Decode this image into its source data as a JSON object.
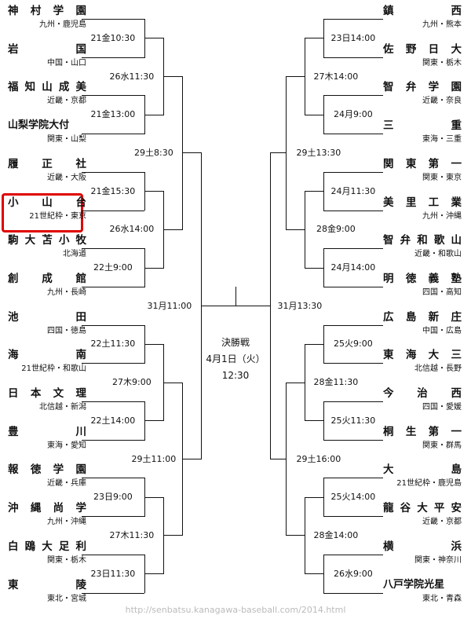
{
  "left_teams": [
    {
      "name": "神村学園",
      "region": "九州・鹿児島"
    },
    {
      "name": "岩国",
      "region": "中国・山口"
    },
    {
      "name": "福知山成美",
      "region": "近畿・京都"
    },
    {
      "name": "山梨学院大付",
      "region": "関東・山梨"
    },
    {
      "name": "履正社",
      "region": "近畿・大阪"
    },
    {
      "name": "小山台",
      "region": "21世紀枠・東京"
    },
    {
      "name": "駒大苫小牧",
      "region": "北海道"
    },
    {
      "name": "創成館",
      "region": "九州・長崎"
    },
    {
      "name": "池田",
      "region": "四国・徳島"
    },
    {
      "name": "海南",
      "region": "21世紀枠・和歌山"
    },
    {
      "name": "日本文理",
      "region": "北信越・新潟"
    },
    {
      "name": "豊川",
      "region": "東海・愛知"
    },
    {
      "name": "報徳学園",
      "region": "近畿・兵庫"
    },
    {
      "name": "沖縄尚学",
      "region": "九州・沖縄"
    },
    {
      "name": "白鴎大足利",
      "region": "関東・栃木"
    },
    {
      "name": "東陵",
      "region": "東北・宮城"
    }
  ],
  "right_teams": [
    {
      "name": "鎮西",
      "region": "九州・熊本"
    },
    {
      "name": "佐野日大",
      "region": "関東・栃木"
    },
    {
      "name": "智弁学園",
      "region": "近畿・奈良"
    },
    {
      "name": "三重",
      "region": "東海・三重"
    },
    {
      "name": "関東第一",
      "region": "関東・東京"
    },
    {
      "name": "美里工業",
      "region": "九州・沖縄"
    },
    {
      "name": "智弁和歌山",
      "region": "近畿・和歌山"
    },
    {
      "name": "明徳義塾",
      "region": "四国・高知"
    },
    {
      "name": "広島新庄",
      "region": "中国・広島"
    },
    {
      "name": "東海大三",
      "region": "北信越・長野"
    },
    {
      "name": "今治西",
      "region": "四国・愛媛"
    },
    {
      "name": "桐生第一",
      "region": "関東・群馬"
    },
    {
      "name": "大島",
      "region": "21世紀枠・鹿児島"
    },
    {
      "name": "龍谷大平安",
      "region": "近畿・京都"
    },
    {
      "name": "横浜",
      "region": "関東・神奈川"
    },
    {
      "name": "八戸学院光星",
      "region": "東北・青森"
    }
  ],
  "left_r1": [
    "21金10:30",
    "21金13:00",
    "21金15:30",
    "22土9:00",
    "22土11:30",
    "22土14:00",
    "23日9:00",
    "23日11:30"
  ],
  "left_r2": [
    "26水11:30",
    "26水14:00",
    "27木9:00",
    "27木11:30"
  ],
  "left_r3": [
    "29土8:30",
    "29土11:00"
  ],
  "left_sf": "31月11:00",
  "right_r1": [
    "23日14:00",
    "24月9:00",
    "24月11:30",
    "24月14:00",
    "25火9:00",
    "25火11:30",
    "25火14:00",
    "26水9:00"
  ],
  "right_r2": [
    "27木14:00",
    "28金9:00",
    "28金11:30",
    "28金14:00"
  ],
  "right_r3": [
    "29土13:30",
    "29土16:00"
  ],
  "right_sf": "31月13:30",
  "final": {
    "title": "決勝戦",
    "date": "4月1日（火）",
    "time": "12:30"
  },
  "footer": "http://senbatsu.kanagawa-baseball.com/2014.html",
  "highlight_team": "小山台",
  "highlight_color": "#e00000"
}
